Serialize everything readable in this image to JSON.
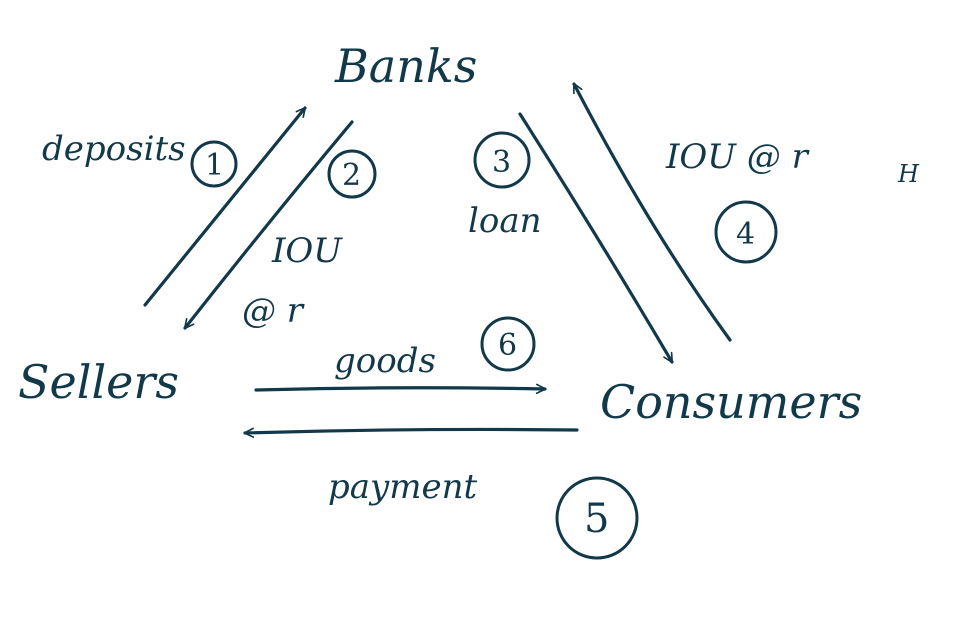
{
  "nodes": {
    "banks": "Banks",
    "sellers": "Sellers",
    "consumers": "Consumers"
  },
  "edges": {
    "deposits": "deposits",
    "iou_r_line1": "IOU",
    "iou_r_line2": "@ r",
    "loan": "loan",
    "iou_rh": "IOU @ r",
    "iou_rh_sub": "H",
    "goods": "goods",
    "payment": "payment"
  },
  "steps": {
    "s1": "1",
    "s2": "2",
    "s3": "3",
    "s4": "4",
    "s5": "5",
    "s6": "6"
  },
  "colors": {
    "ink": "#12394a",
    "background": "#ffffff"
  }
}
